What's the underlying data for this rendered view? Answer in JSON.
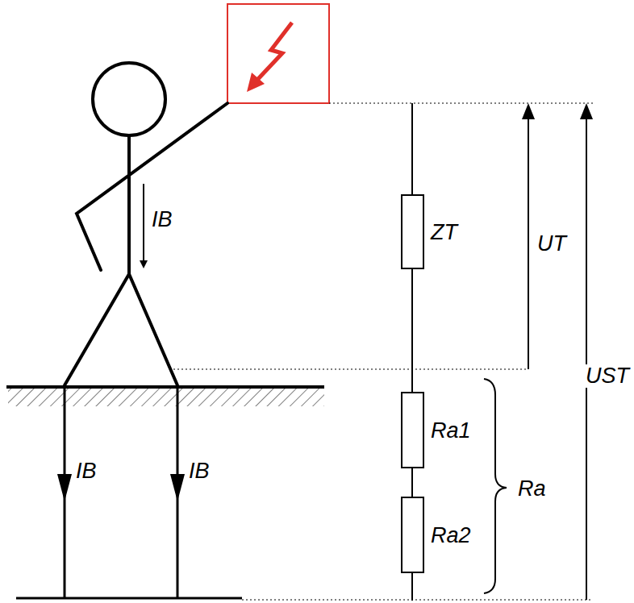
{
  "diagram": {
    "labels": [
      "IB",
      "ZT",
      "UT",
      "UST",
      "IB",
      "IB",
      "Ra1",
      "Ra",
      "Ra2"
    ]
  }
}
